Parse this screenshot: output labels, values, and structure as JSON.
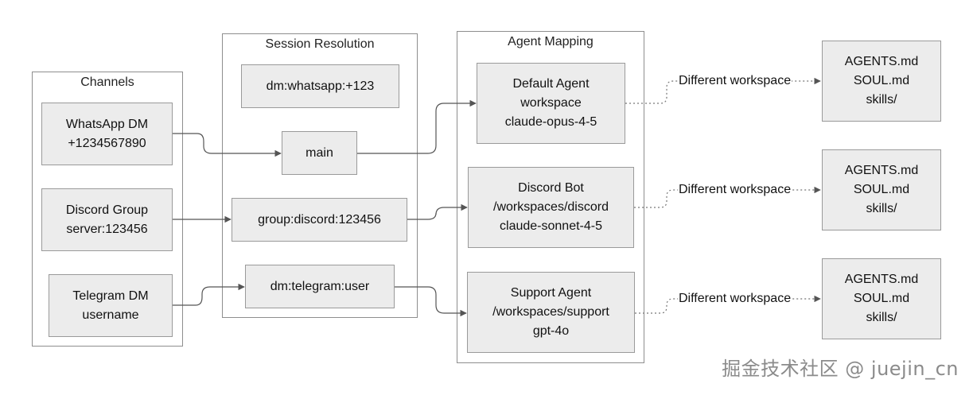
{
  "groups": {
    "channels": "Channels",
    "session_resolution": "Session Resolution",
    "agent_mapping": "Agent Mapping"
  },
  "channels": [
    {
      "line1": "WhatsApp DM",
      "line2": "+1234567890"
    },
    {
      "line1": "Discord Group",
      "line2": "server:123456"
    },
    {
      "line1": "Telegram DM",
      "line2": "username"
    }
  ],
  "sessions": {
    "dm_whatsapp": "dm:whatsapp:+123",
    "main": "main",
    "group_discord": "group:discord:123456",
    "dm_telegram": "dm:telegram:user"
  },
  "agents": [
    {
      "line1": "Default Agent",
      "line2": "workspace",
      "line3": "claude-opus-4-5"
    },
    {
      "line1": "Discord Bot",
      "line2": "/workspaces/discord",
      "line3": "claude-sonnet-4-5"
    },
    {
      "line1": "Support Agent",
      "line2": "/workspaces/support",
      "line3": "gpt-4o"
    }
  ],
  "workspaces": [
    {
      "line1": "AGENTS.md",
      "line2": "SOUL.md",
      "line3": "skills/"
    },
    {
      "line1": "AGENTS.md",
      "line2": "SOUL.md",
      "line3": "skills/"
    },
    {
      "line1": "AGENTS.md",
      "line2": "SOUL.md",
      "line3": "skills/"
    }
  ],
  "edge_labels": [
    "Different workspace",
    "Different workspace",
    "Different workspace"
  ],
  "watermark": "掘金技术社区 @ juejin_cn"
}
